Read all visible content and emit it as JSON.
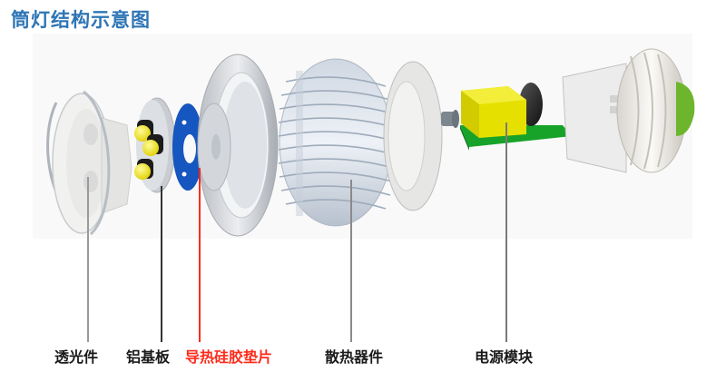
{
  "title": "筒灯结构示意图",
  "colors": {
    "title": "#2e75b6",
    "panel_bg": "#f9f9f9",
    "highlight_label": "#ff2a1a",
    "normal_label": "#1a1a1a",
    "thermal_pad": "#1556c0",
    "led_yellow": "#f2e51a",
    "driver_yellow": "#e6e000",
    "pcb_green": "#17a32a",
    "base_cap_green": "#6cb52d"
  },
  "components": [
    {
      "id": "lens",
      "label": "透光件",
      "leader_color": "#9a9a9a",
      "highlight": false
    },
    {
      "id": "aluminum-board",
      "label": "铝基板",
      "leader_color": "#333333",
      "highlight": false
    },
    {
      "id": "thermal-pad",
      "label": "导热硅胶垫片",
      "leader_color": "#ff2a1a",
      "highlight": true
    },
    {
      "id": "heatsink",
      "label": "散热器件",
      "leader_color": "#8a8a8a",
      "highlight": false
    },
    {
      "id": "power-module",
      "label": "电源模块",
      "leader_color": "#7a7a7a",
      "highlight": false
    }
  ]
}
